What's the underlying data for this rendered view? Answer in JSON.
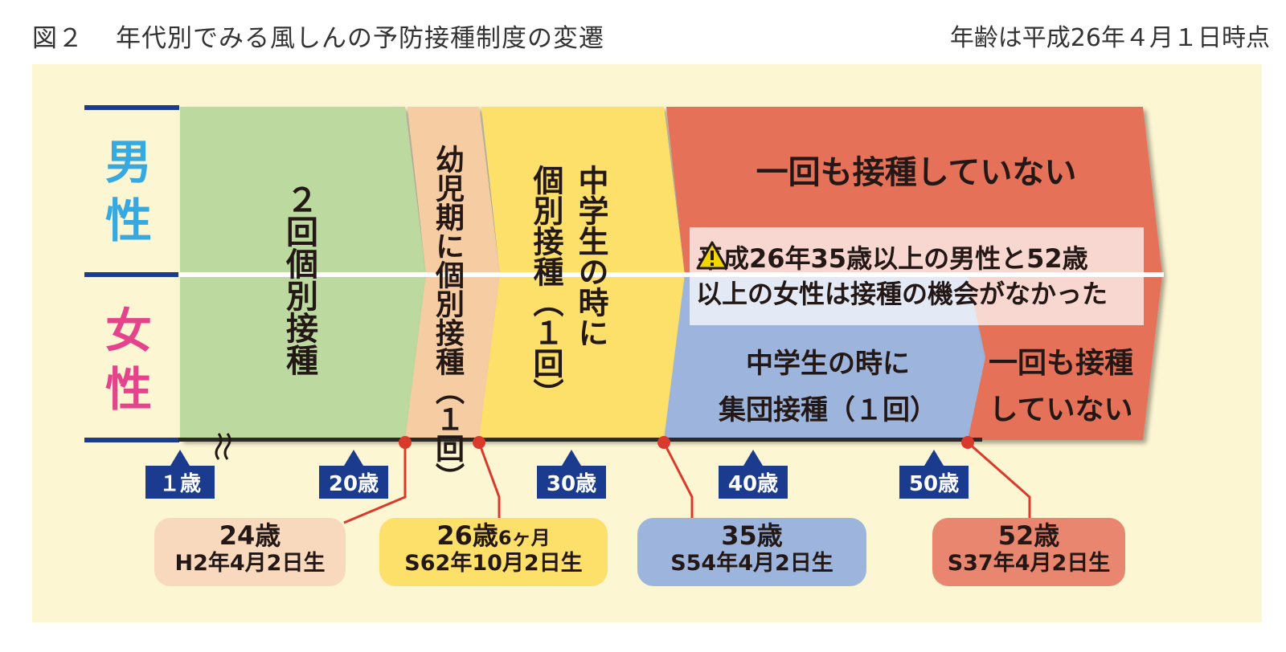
{
  "figure": {
    "number": "図２",
    "title": "年代別でみる風しんの予防接種制度の変遷",
    "note": "年齢は平成26年４月１日時点"
  },
  "sex": {
    "male": "男性",
    "female": "女性"
  },
  "periods": {
    "p1": "２回個別接種",
    "p2": "幼児期に個別接種（１回）",
    "p3_col1": "中学生の時に",
    "p3_col2": "個別接種（１回）",
    "p4_male": "一回も接種していない",
    "p4_female_line1": "中学生の時に",
    "p4_female_line2": "集団接種（１回）",
    "p5_female_line1": "一回も接種",
    "p5_female_line2": "していない"
  },
  "warning": {
    "line1": "平成26年35歳以上の男性と52歳",
    "line2": "以上の女性は接種の機会がなかった"
  },
  "age_ticks": [
    "１歳",
    "20歳",
    "30歳",
    "40歳",
    "50歳"
  ],
  "callouts": [
    {
      "age": "24歳",
      "birth": "H2年4月2日生"
    },
    {
      "age_main": "26歳",
      "age_sub": "6ヶ月",
      "birth": "S62年10月2日生"
    },
    {
      "age": "35歳",
      "birth": "S54年4月2日生"
    },
    {
      "age": "52歳",
      "birth": "S37年4月2日生"
    }
  ],
  "colors": {
    "green": "#bcd9a0",
    "peach": "#f6cda3",
    "yellow": "#fde06a",
    "red": "#e47158",
    "blue": "#9db5dc",
    "navy": "#1b3b8f",
    "male_text": "#36a9e1",
    "female_text": "#e5448d",
    "callout_line": "#d93a2b"
  }
}
